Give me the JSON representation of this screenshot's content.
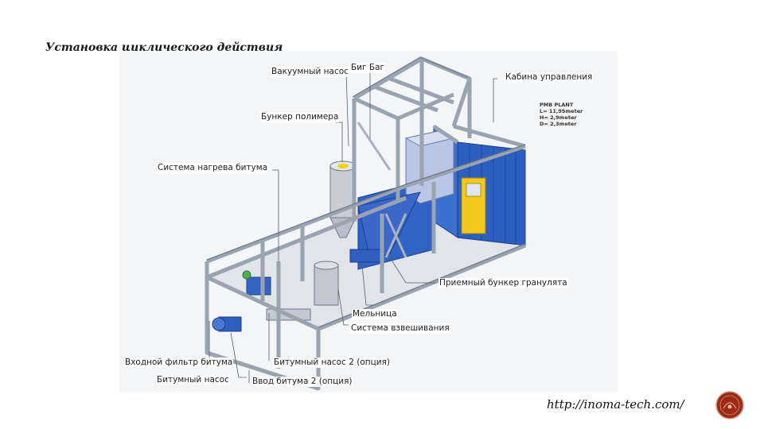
{
  "slide": {
    "title": "Установка циклического действия",
    "url": "http://inoma-tech.com/"
  },
  "figure": {
    "labels": {
      "vacuum_pump": "Вакуумный насос",
      "big_bag": "Биг Баг",
      "control_cabin": "Кабина управления",
      "polymer_hopper": "Бункер полимера",
      "bitumen_heating": "Система нагрева битума",
      "granulate_hopper": "Приемный бункер гранулята",
      "mill": "Мельница",
      "weighing_system": "Система взвешивания",
      "inlet_filter": "Входной фильтр битума",
      "bitumen_pump_2": "Битумный насос 2 (опция)",
      "bitumen_pump": "Битумный насос",
      "bitumen_input_2": "Ввод битума 2 (опция)"
    },
    "spec": {
      "title": "PMB PLANT",
      "length": "L= 11,95meter",
      "height": "H= 2,9meter",
      "depth": "D= 2,3meter"
    }
  },
  "colors": {
    "frame": "#aab2bf",
    "frame_dark": "#6f7886",
    "container_blue": "#2d5fc1",
    "hopper_blue": "#3a67c9",
    "bigbag": "#b9c6e6",
    "door_yellow": "#f2c81c",
    "emblem": "#9c2a17"
  }
}
